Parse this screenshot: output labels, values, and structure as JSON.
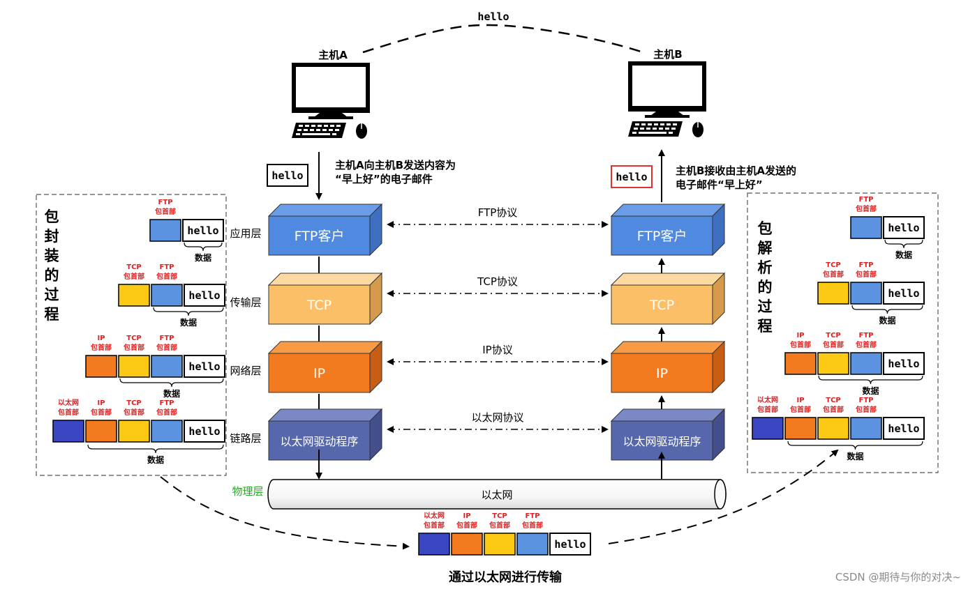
{
  "top": {
    "hello_label": "hello"
  },
  "host_a": {
    "title": "主机A",
    "action_line1": "主机A向主机B发送内容为",
    "action_line2": "“早上好”的电子邮件"
  },
  "host_b": {
    "title": "主机B",
    "action_line1": "主机B接收由主机A发送的",
    "action_line2": "电子邮件“早上好”"
  },
  "message": {
    "text": "hello"
  },
  "layers": [
    {
      "name": "应用层",
      "box": "FTP客户",
      "protocol": "FTP协议",
      "top": "#6a9ce8",
      "front": "#4f8ae0",
      "side": "#3e6fc0"
    },
    {
      "name": "传输层",
      "box": "TCP",
      "protocol": "TCP协议",
      "top": "#fcd9a0",
      "front": "#fbbf68",
      "side": "#d69a4c"
    },
    {
      "name": "网络层",
      "box": "IP",
      "protocol": "IP协议",
      "top": "#f99a45",
      "front": "#f37a1f",
      "side": "#c85e14"
    },
    {
      "name": "链路层",
      "box": "以太网驱动程序",
      "protocol": "以太网协议",
      "top": "#7a89c6",
      "front": "#5767ab",
      "side": "#424f8c"
    }
  ],
  "physical": {
    "name": "物理层",
    "medium": "以太网"
  },
  "encap": {
    "title": [
      "包",
      "封",
      "装",
      "的",
      "过",
      "程"
    ]
  },
  "decap": {
    "title": [
      "包",
      "解",
      "析",
      "的",
      "过",
      "程"
    ]
  },
  "headers": {
    "ftp": [
      "FTP",
      "包首部"
    ],
    "tcp": [
      "TCP",
      "包首部"
    ],
    "ip": [
      "IP",
      "包首部"
    ],
    "eth": [
      "以太网",
      "包首部"
    ]
  },
  "data_label": "数据",
  "packet_colors": {
    "eth": "#3a46c2",
    "ip": "#f37a1f",
    "tcp": "#fcc914",
    "ftp": "#5b93e0"
  },
  "transmission_caption": "通过以太网进行传输",
  "watermark": "CSDN @期待与你的对决~"
}
